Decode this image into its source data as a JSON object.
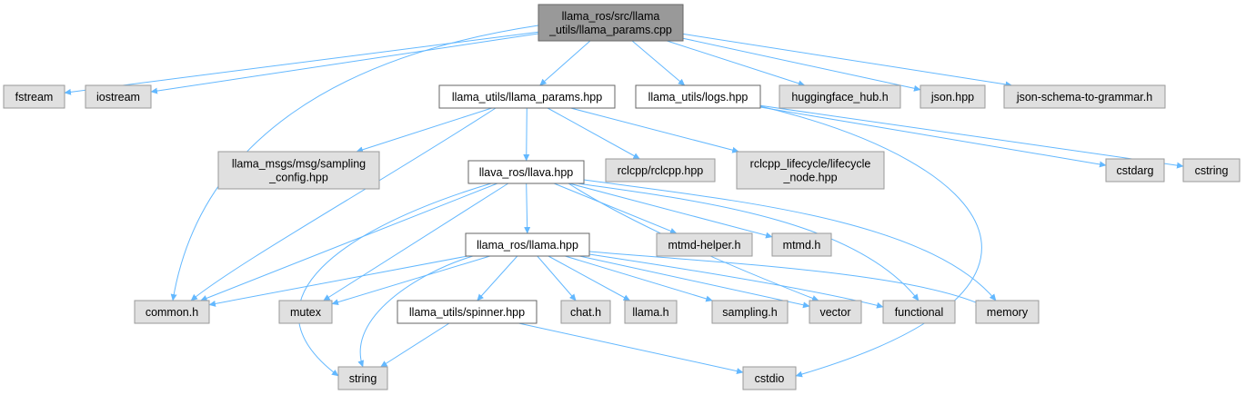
{
  "colors": {
    "root_fill": "#999999",
    "internal_fill": "#ffffff",
    "system_fill": "#e0e0e0",
    "system_border": "#999999",
    "internal_border": "#666666",
    "edge": "#63b8ff"
  },
  "nodes": [
    {
      "id": "root",
      "lines": [
        "llama_ros/src/llama",
        "_utils/llama_params.cpp"
      ],
      "kind": "root"
    },
    {
      "id": "fstream",
      "lines": [
        "fstream"
      ],
      "kind": "system"
    },
    {
      "id": "iostream",
      "lines": [
        "iostream"
      ],
      "kind": "system"
    },
    {
      "id": "params_hpp",
      "lines": [
        "llama_utils/llama_params.hpp"
      ],
      "kind": "internal"
    },
    {
      "id": "logs_hpp",
      "lines": [
        "llama_utils/logs.hpp"
      ],
      "kind": "internal"
    },
    {
      "id": "hf_hub",
      "lines": [
        "huggingface_hub.h"
      ],
      "kind": "system"
    },
    {
      "id": "json",
      "lines": [
        "json.hpp"
      ],
      "kind": "system"
    },
    {
      "id": "jsg",
      "lines": [
        "json-schema-to-grammar.h"
      ],
      "kind": "system"
    },
    {
      "id": "sampling_config",
      "lines": [
        "llama_msgs/msg/sampling",
        "_config.hpp"
      ],
      "kind": "system"
    },
    {
      "id": "llava_hpp",
      "lines": [
        "llava_ros/llava.hpp"
      ],
      "kind": "internal"
    },
    {
      "id": "rclcpp",
      "lines": [
        "rclcpp/rclcpp.hpp"
      ],
      "kind": "system"
    },
    {
      "id": "lifecycle",
      "lines": [
        "rclcpp_lifecycle/lifecycle",
        "_node.hpp"
      ],
      "kind": "system"
    },
    {
      "id": "cstdarg",
      "lines": [
        "cstdarg"
      ],
      "kind": "system"
    },
    {
      "id": "cstring",
      "lines": [
        "cstring"
      ],
      "kind": "system"
    },
    {
      "id": "llama_hpp",
      "lines": [
        "llama_ros/llama.hpp"
      ],
      "kind": "internal"
    },
    {
      "id": "mtmd_helper",
      "lines": [
        "mtmd-helper.h"
      ],
      "kind": "system"
    },
    {
      "id": "mtmd",
      "lines": [
        "mtmd.h"
      ],
      "kind": "system"
    },
    {
      "id": "common",
      "lines": [
        "common.h"
      ],
      "kind": "system"
    },
    {
      "id": "mutex",
      "lines": [
        "mutex"
      ],
      "kind": "system"
    },
    {
      "id": "spinner",
      "lines": [
        "llama_utils/spinner.hpp"
      ],
      "kind": "internal"
    },
    {
      "id": "chat",
      "lines": [
        "chat.h"
      ],
      "kind": "system"
    },
    {
      "id": "llama_h",
      "lines": [
        "llama.h"
      ],
      "kind": "system"
    },
    {
      "id": "sampling_h",
      "lines": [
        "sampling.h"
      ],
      "kind": "system"
    },
    {
      "id": "vector",
      "lines": [
        "vector"
      ],
      "kind": "system"
    },
    {
      "id": "functional",
      "lines": [
        "functional"
      ],
      "kind": "system"
    },
    {
      "id": "memory",
      "lines": [
        "memory"
      ],
      "kind": "system"
    },
    {
      "id": "string",
      "lines": [
        "string"
      ],
      "kind": "system"
    },
    {
      "id": "cstdio",
      "lines": [
        "cstdio"
      ],
      "kind": "system"
    }
  ],
  "edges": [
    [
      "root",
      "fstream"
    ],
    [
      "root",
      "iostream"
    ],
    [
      "root",
      "common"
    ],
    [
      "root",
      "params_hpp"
    ],
    [
      "root",
      "logs_hpp"
    ],
    [
      "root",
      "hf_hub"
    ],
    [
      "root",
      "json"
    ],
    [
      "root",
      "jsg"
    ],
    [
      "params_hpp",
      "sampling_config"
    ],
    [
      "params_hpp",
      "common"
    ],
    [
      "params_hpp",
      "llava_hpp"
    ],
    [
      "params_hpp",
      "rclcpp"
    ],
    [
      "params_hpp",
      "lifecycle"
    ],
    [
      "logs_hpp",
      "cstdarg"
    ],
    [
      "logs_hpp",
      "cstring"
    ],
    [
      "logs_hpp",
      "cstdio"
    ],
    [
      "llava_hpp",
      "common"
    ],
    [
      "llava_hpp",
      "llama_hpp"
    ],
    [
      "llava_hpp",
      "mtmd_helper"
    ],
    [
      "llava_hpp",
      "mtmd"
    ],
    [
      "llava_hpp",
      "mutex"
    ],
    [
      "llava_hpp",
      "string"
    ],
    [
      "llava_hpp",
      "vector"
    ],
    [
      "llava_hpp",
      "functional"
    ],
    [
      "llava_hpp",
      "memory"
    ],
    [
      "llama_hpp",
      "common"
    ],
    [
      "llama_hpp",
      "mutex"
    ],
    [
      "llama_hpp",
      "spinner"
    ],
    [
      "llama_hpp",
      "chat"
    ],
    [
      "llama_hpp",
      "llama_h"
    ],
    [
      "llama_hpp",
      "sampling_h"
    ],
    [
      "llama_hpp",
      "vector"
    ],
    [
      "llama_hpp",
      "functional"
    ],
    [
      "llama_hpp",
      "memory"
    ],
    [
      "llama_hpp",
      "string"
    ],
    [
      "spinner",
      "string"
    ],
    [
      "spinner",
      "cstdio"
    ]
  ]
}
